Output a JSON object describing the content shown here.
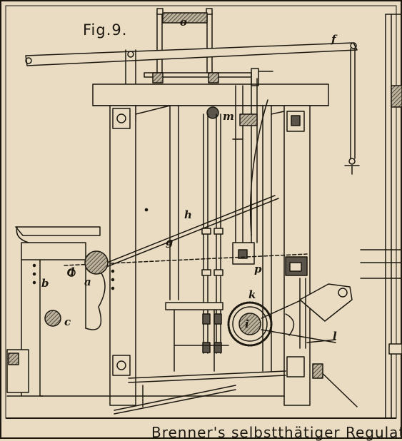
{
  "figure": {
    "title": "Fig.9.",
    "caption": "Brenner's selbstthätiger Regulator"
  },
  "labels": {
    "o": "o",
    "f": "f",
    "m": "m",
    "h": "h",
    "g": "g",
    "d": "d",
    "b": "b",
    "a": "a",
    "c": "c",
    "p": "p",
    "k": "k",
    "i": "i",
    "l": "l"
  },
  "colors": {
    "paper": "#e9dcc2",
    "ink": "#1c1810",
    "section": "#6e665a"
  }
}
